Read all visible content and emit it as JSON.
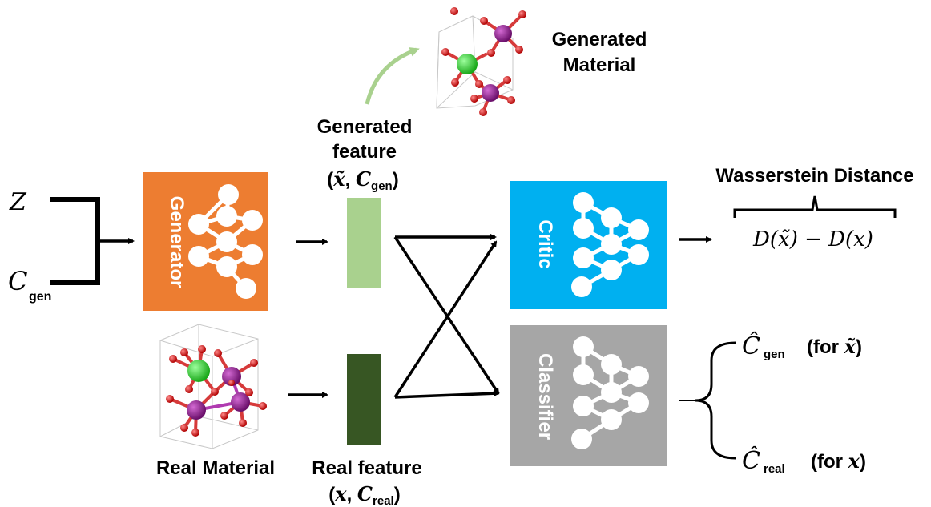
{
  "inputs": {
    "z_label": "Z",
    "c_symbol": "C",
    "c_gen_subscript": "gen"
  },
  "generator": {
    "label": "Generator",
    "color": "#ed7d31"
  },
  "generated_feature": {
    "title_line1": "Generated",
    "title_line2": "feature",
    "tuple_open": "(",
    "tuple_x": "x̃",
    "tuple_comma": ", ",
    "tuple_c": "C",
    "tuple_sub": "gen",
    "tuple_close": ")",
    "color": "#a9d18e"
  },
  "generated_material": {
    "line1": "Generated",
    "line2": "Material"
  },
  "real_material": {
    "label": "Real Material"
  },
  "real_feature": {
    "title": "Real feature",
    "tuple_open": "(",
    "tuple_x": "x",
    "tuple_comma": ", ",
    "tuple_c": "C",
    "tuple_sub": "real",
    "tuple_close": ")",
    "color": "#375623"
  },
  "critic": {
    "label": "Critic",
    "color": "#00b0f0"
  },
  "classifier": {
    "label": "Classifier",
    "color": "#a6a6a6"
  },
  "wasserstein": {
    "title": "Wasserstein Distance",
    "formula": "D(x̃) − D(x)"
  },
  "outputs": {
    "gen_symbol": "Ĉ",
    "gen_subscript": "gen",
    "gen_note_prefix": "(for ",
    "gen_note_var": "x̃",
    "gen_note_suffix": ")",
    "real_symbol": "Ĉ",
    "real_subscript": "real",
    "real_note_prefix": "(for ",
    "real_note_var": "x",
    "real_note_suffix": ")"
  },
  "atom_colors": {
    "green": "#22cc22",
    "purple": "#8b1a8b",
    "red": "#d91a1a",
    "bond_red": "#d63a3a",
    "bond_purple": "#b03ab0",
    "bond_green": "#3aa03a",
    "curve_green": "#a9d18e"
  }
}
